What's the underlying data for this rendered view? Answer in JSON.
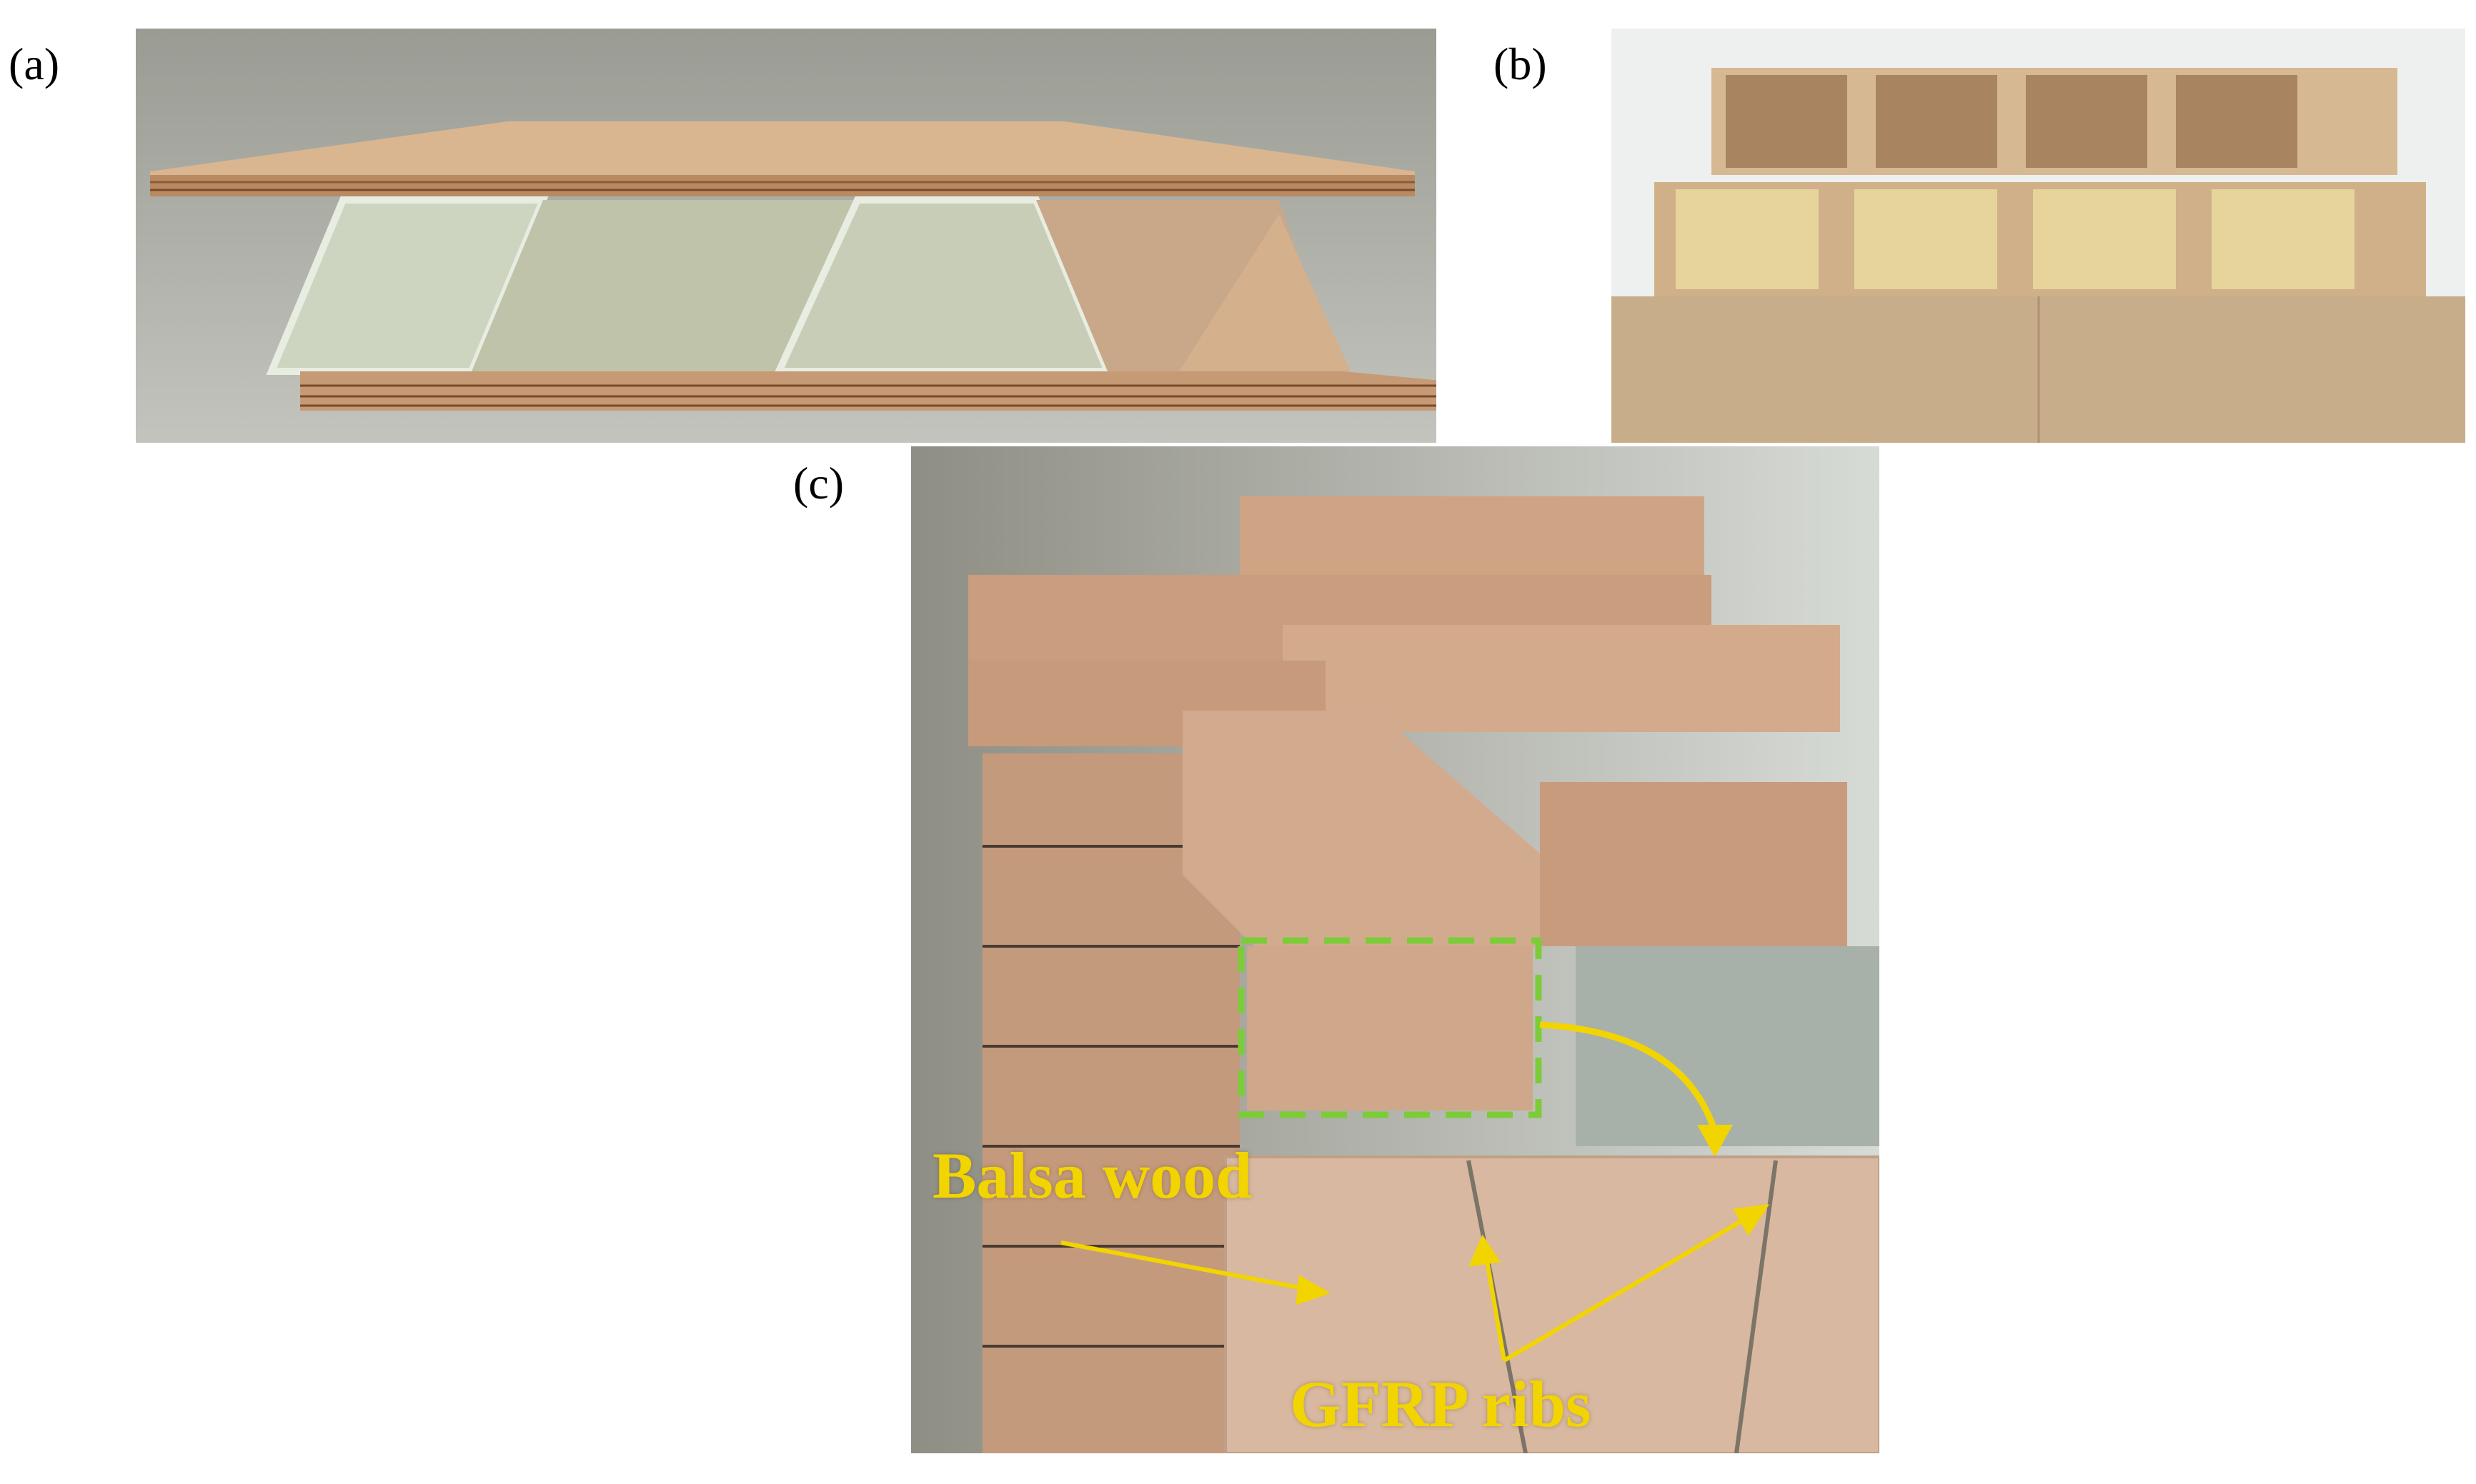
{
  "panels": {
    "a": {
      "label": "(a)"
    },
    "b": {
      "label": "(b)"
    },
    "c": {
      "label": "(c)",
      "annotations": {
        "balsa": "Balsa wood",
        "ribs": "GFRP ribs"
      }
    }
  },
  "colors": {
    "annotation": "#f2d400",
    "highlight_box": "#7ccc3a",
    "plywood": "#c9a27c",
    "gfrp": "#cfd8c4",
    "balsa": "#d6b196"
  }
}
